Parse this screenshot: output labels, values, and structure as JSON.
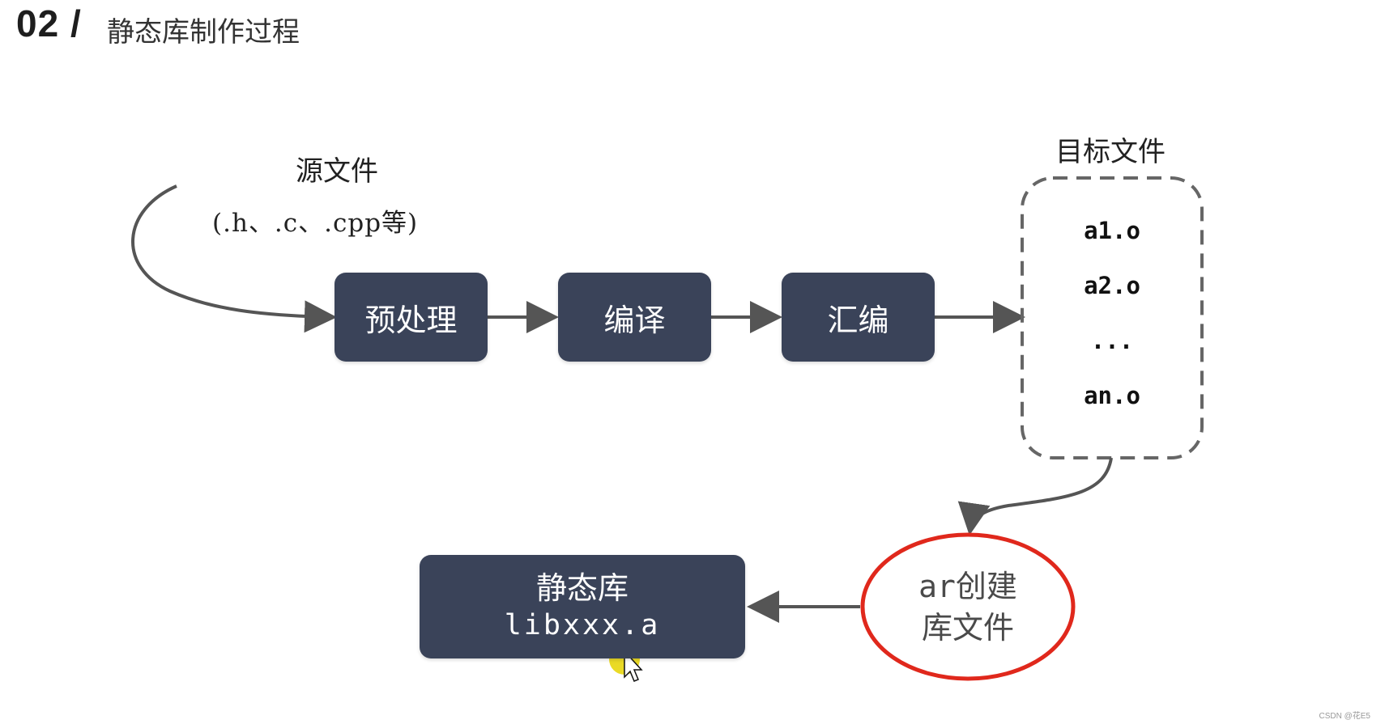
{
  "header": {
    "number": "02 /",
    "title": "静态库制作过程"
  },
  "source": {
    "label": "源文件",
    "extensions": "(.h、.c、.cpp等)"
  },
  "steps": [
    "预处理",
    "编译",
    "汇编"
  ],
  "objects": {
    "label": "目标文件",
    "files": [
      "a1.o",
      "a2.o",
      "...",
      "an.o"
    ]
  },
  "ar_step": {
    "command": "ar",
    "line1_suffix": "创建",
    "line2": "库文件"
  },
  "output": {
    "label": "静态库",
    "name": "libxxx.a"
  },
  "watermark": "CSDN @花E5",
  "colors": {
    "box": "#3a4359",
    "arrow": "#555555",
    "circle": "#e0281c",
    "cursor_highlight": "#e6d400"
  }
}
